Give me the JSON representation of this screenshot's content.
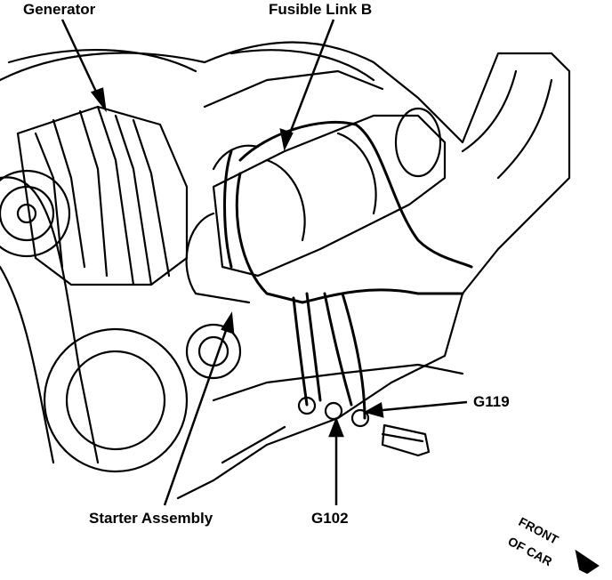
{
  "labels": {
    "generator": "Generator",
    "fusible_link": "Fusible Link B",
    "g119": "G119",
    "starter_assembly": "Starter Assembly",
    "g102": "G102",
    "front_of_car_line1": "FRONT",
    "front_of_car_line2": "OF CAR"
  },
  "colors": {
    "line": "#000000",
    "background": "#ffffff"
  }
}
